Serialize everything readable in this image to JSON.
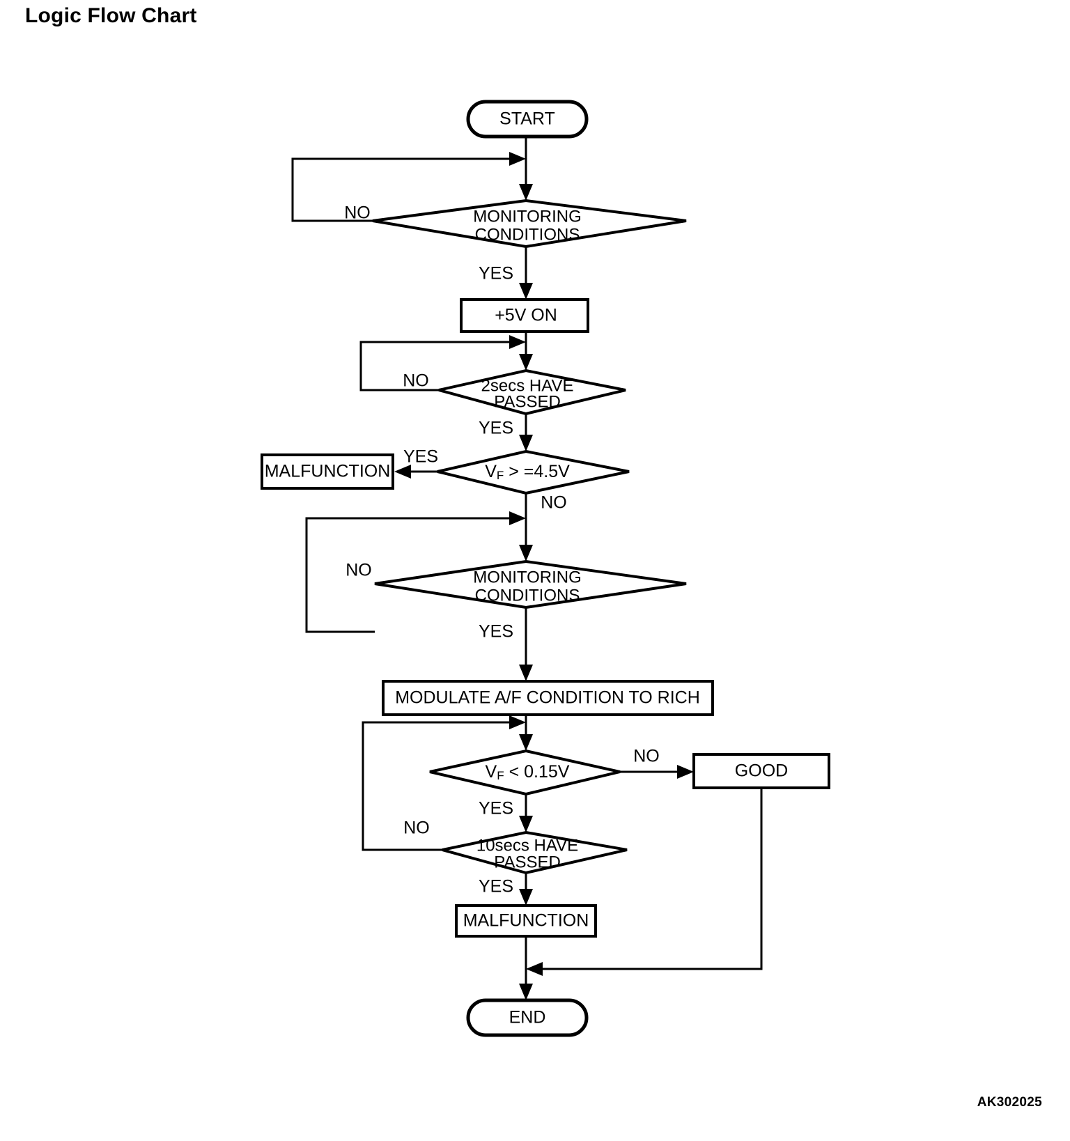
{
  "page": {
    "title": "Logic Flow Chart",
    "figure_code": "AK302025",
    "background_color": "#ffffff",
    "line_color": "#000000"
  },
  "chart_data": {
    "type": "diagram",
    "diagram_kind": "flowchart",
    "title": "Logic Flow Chart",
    "orientation": "top-to-bottom",
    "nodes": [
      {
        "id": "start",
        "shape": "stadium",
        "label": "START"
      },
      {
        "id": "mon1",
        "shape": "diamond",
        "label": "MONITORING CONDITIONS",
        "line1": "MONITORING",
        "line2": "CONDITIONS"
      },
      {
        "id": "v5on",
        "shape": "rect",
        "label": "+5V ON"
      },
      {
        "id": "sec2",
        "shape": "diamond",
        "label": "2secs HAVE PASSED",
        "line1": "2secs HAVE",
        "line2": "PASSED"
      },
      {
        "id": "vf45",
        "shape": "diamond",
        "label": "VF > =4.5V",
        "prefix": "V",
        "subscript": "F",
        "suffix": " > =4.5V"
      },
      {
        "id": "malf1",
        "shape": "rect",
        "label": "MALFUNCTION"
      },
      {
        "id": "mon2",
        "shape": "diamond",
        "label": "MONITORING CONDITIONS",
        "line1": "MONITORING",
        "line2": "CONDITIONS"
      },
      {
        "id": "modulate",
        "shape": "rect",
        "label": "MODULATE A/F CONDITION TO RICH"
      },
      {
        "id": "vf015",
        "shape": "diamond",
        "label": "VF < 0.15V",
        "prefix": "V",
        "subscript": "F",
        "suffix": " < 0.15V"
      },
      {
        "id": "good",
        "shape": "rect",
        "label": "GOOD"
      },
      {
        "id": "sec10",
        "shape": "diamond",
        "label": "10secs HAVE PASSED",
        "line1": "10secs HAVE",
        "line2": "PASSED"
      },
      {
        "id": "malf2",
        "shape": "rect",
        "label": "MALFUNCTION"
      },
      {
        "id": "end",
        "shape": "stadium",
        "label": "END"
      }
    ],
    "edges": [
      {
        "from": "start",
        "to": "mon1",
        "label": ""
      },
      {
        "from": "mon1",
        "to": "mon1",
        "label": "NO",
        "kind": "loop-back-left"
      },
      {
        "from": "mon1",
        "to": "v5on",
        "label": "YES"
      },
      {
        "from": "v5on",
        "to": "sec2",
        "label": ""
      },
      {
        "from": "sec2",
        "to": "sec2",
        "label": "NO",
        "kind": "loop-back-left"
      },
      {
        "from": "sec2",
        "to": "vf45",
        "label": "YES"
      },
      {
        "from": "vf45",
        "to": "malf1",
        "label": "YES",
        "kind": "branch-left"
      },
      {
        "from": "vf45",
        "to": "mon2",
        "label": "NO"
      },
      {
        "from": "mon2",
        "to": "mon2",
        "label": "NO",
        "kind": "loop-back-left"
      },
      {
        "from": "mon2",
        "to": "modulate",
        "label": "YES"
      },
      {
        "from": "modulate",
        "to": "vf015",
        "label": ""
      },
      {
        "from": "vf015",
        "to": "good",
        "label": "NO",
        "kind": "branch-right"
      },
      {
        "from": "vf015",
        "to": "sec10",
        "label": "YES"
      },
      {
        "from": "sec10",
        "to": "vf015",
        "label": "NO",
        "kind": "loop-back-left"
      },
      {
        "from": "sec10",
        "to": "malf2",
        "label": "YES"
      },
      {
        "from": "malf2",
        "to": "end",
        "label": ""
      },
      {
        "from": "good",
        "to": "end",
        "label": "",
        "kind": "merge-right"
      }
    ],
    "edge_labels": {
      "yes": "YES",
      "no": "NO"
    }
  },
  "labels": {
    "start": "START",
    "end": "END",
    "mon_line1": "MONITORING",
    "mon_line2": "CONDITIONS",
    "v5on": "+5V ON",
    "sec2_line1": "2secs HAVE",
    "sec2_line2": "PASSED",
    "sec10_line1": "10secs HAVE",
    "sec10_line2": "PASSED",
    "vf_prefix": "V",
    "vf_sub": "F",
    "vf45_suffix": " > =4.5V",
    "vf015_suffix": " < 0.15V",
    "malfunction": "MALFUNCTION",
    "modulate": "MODULATE A/F CONDITION TO RICH",
    "good": "GOOD",
    "yes": "YES",
    "no": "NO"
  }
}
